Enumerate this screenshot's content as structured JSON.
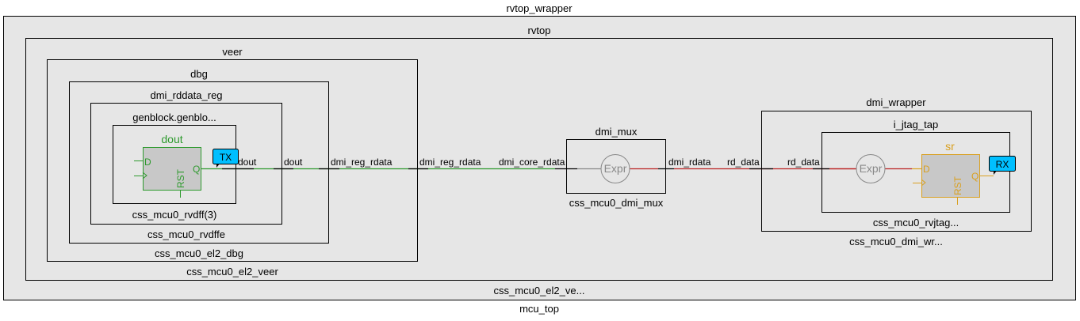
{
  "modules": {
    "rvtop_wrapper": {
      "name": "rvtop_wrapper",
      "type": "mcu_top"
    },
    "rvtop": {
      "name": "rvtop",
      "type": "css_mcu0_el2_ve..."
    },
    "veer": {
      "name": "veer",
      "type": "css_mcu0_el2_veer"
    },
    "dbg": {
      "name": "dbg",
      "type": "css_mcu0_el2_dbg"
    },
    "dmi_rddata_reg": {
      "name": "dmi_rddata_reg",
      "type": "css_mcu0_rvdffe"
    },
    "genblock": {
      "name": "genblock.genblo...",
      "type": "css_mcu0_rvdff(3)"
    },
    "dmi_mux": {
      "name": "dmi_mux",
      "type": "css_mcu0_dmi_mux"
    },
    "dmi_wrapper": {
      "name": "dmi_wrapper",
      "type": "css_mcu0_dmi_wr..."
    },
    "i_jtag_tap": {
      "name": "i_jtag_tap",
      "type": "css_mcu0_rvjtag..."
    }
  },
  "registers": {
    "dout": {
      "name": "dout",
      "d": "D",
      "q": "Q",
      "rst": "RST",
      "color": "#2e9a2e"
    },
    "sr": {
      "name": "sr",
      "d": "D",
      "q": "Q",
      "rst": "RST",
      "color": "#d9a020"
    }
  },
  "exprs": [
    "Expr",
    "Expr"
  ],
  "badges": {
    "tx": "TX",
    "rx": "RX",
    "color": "#00bfff"
  },
  "wire_labels": [
    "dout",
    "dout",
    "dmi_reg_rdata",
    "dmi_reg_rdata",
    "dmi_core_rdata",
    "dmi_rdata",
    "rd_data",
    "rd_data"
  ]
}
